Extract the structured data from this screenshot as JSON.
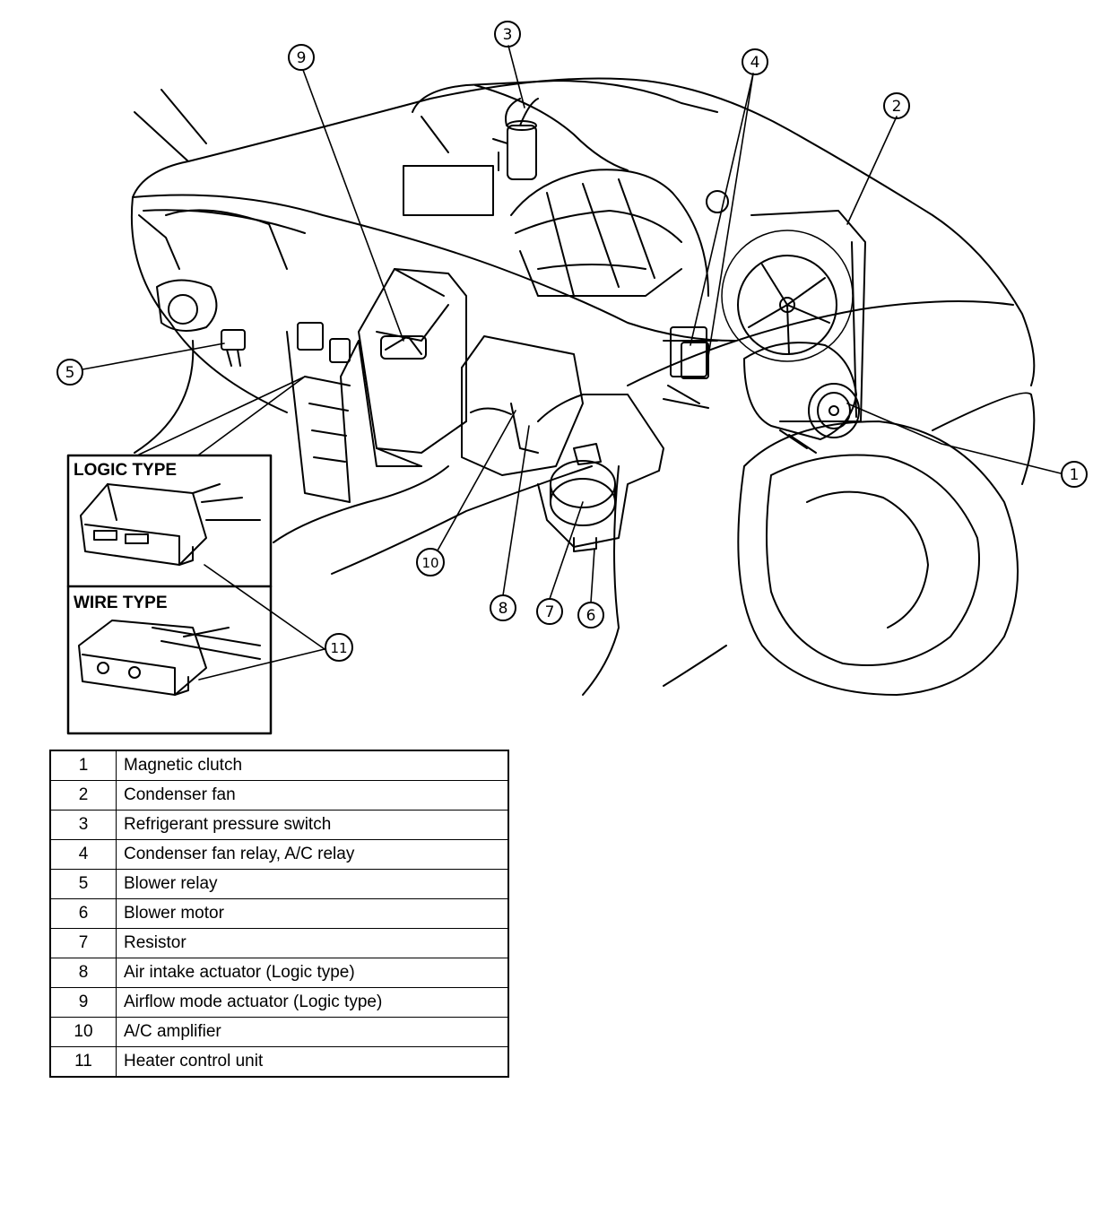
{
  "diagram": {
    "callouts": [
      "1",
      "2",
      "3",
      "4",
      "5",
      "6",
      "7",
      "8",
      "9",
      "10",
      "11"
    ],
    "insets": {
      "logic_type_label": "LOGIC TYPE",
      "wire_type_label": "WIRE TYPE"
    }
  },
  "legend": {
    "rows": [
      {
        "num": "1",
        "desc": "Magnetic clutch"
      },
      {
        "num": "2",
        "desc": "Condenser fan"
      },
      {
        "num": "3",
        "desc": "Refrigerant pressure switch"
      },
      {
        "num": "4",
        "desc": "Condenser fan relay, A/C relay"
      },
      {
        "num": "5",
        "desc": "Blower relay"
      },
      {
        "num": "6",
        "desc": "Blower motor"
      },
      {
        "num": "7",
        "desc": "Resistor"
      },
      {
        "num": "8",
        "desc": "Air intake actuator (Logic type)"
      },
      {
        "num": "9",
        "desc": "Airflow mode actuator (Logic type)"
      },
      {
        "num": "10",
        "desc": "A/C amplifier"
      },
      {
        "num": "11",
        "desc": "Heater control unit"
      }
    ]
  }
}
